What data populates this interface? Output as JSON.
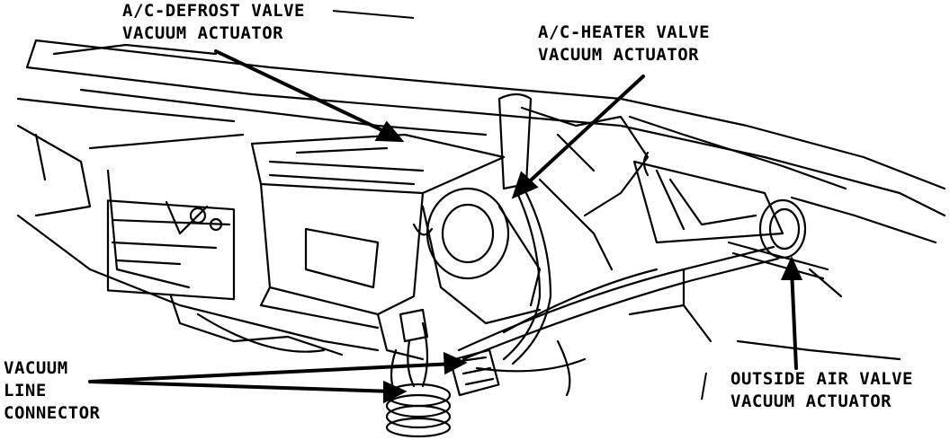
{
  "colors": {
    "ink": "#000000",
    "paper": "#ffffff"
  },
  "callouts": {
    "defrost": {
      "line1": "A/C-DEFROST VALVE",
      "line2": "VACUUM ACTUATOR"
    },
    "heater": {
      "line1": "A/C-HEATER VALVE",
      "line2": "VACUUM ACTUATOR"
    },
    "vacuum_line": {
      "line1": "VACUUM",
      "line2": "LINE",
      "line3": "CONNECTOR"
    },
    "outside_air": {
      "line1": "OUTSIDE AIR VALVE",
      "line2": "VACUUM ACTUATOR"
    }
  }
}
